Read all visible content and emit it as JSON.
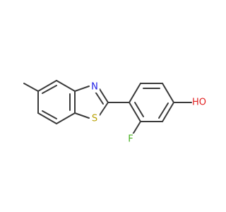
{
  "molecule": {
    "atoms": {
      "nitrogen": {
        "symbol": "N",
        "color": "#1f1fe6"
      },
      "sulfur": {
        "symbol": "S",
        "color": "#b8a000"
      },
      "fluorine": {
        "symbol": "F",
        "color": "#45b01c"
      },
      "hydroxyl": {
        "symbol": "HO",
        "color": "#e21f1f"
      }
    },
    "bond_color": "#3a3a3a"
  }
}
